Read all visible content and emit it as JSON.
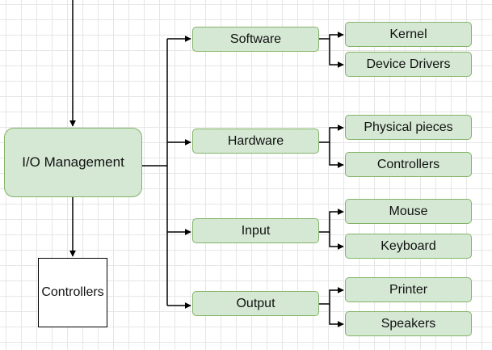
{
  "diagram": {
    "root": {
      "label": "I/O Management"
    },
    "side_node": {
      "label": "Controllers"
    },
    "categories": [
      {
        "label": "Software",
        "children": [
          "Kernel",
          "Device Drivers"
        ]
      },
      {
        "label": "Hardware",
        "children": [
          "Physical pieces",
          "Controllers"
        ]
      },
      {
        "label": "Input",
        "children": [
          "Mouse",
          "Keyboard"
        ]
      },
      {
        "label": "Output",
        "children": [
          "Printer",
          "Speakers"
        ]
      }
    ],
    "colors": {
      "node_fill": "#d5e8d4",
      "node_border": "#82b366",
      "edge": "#000000",
      "grid": "#e6e6e6"
    }
  }
}
